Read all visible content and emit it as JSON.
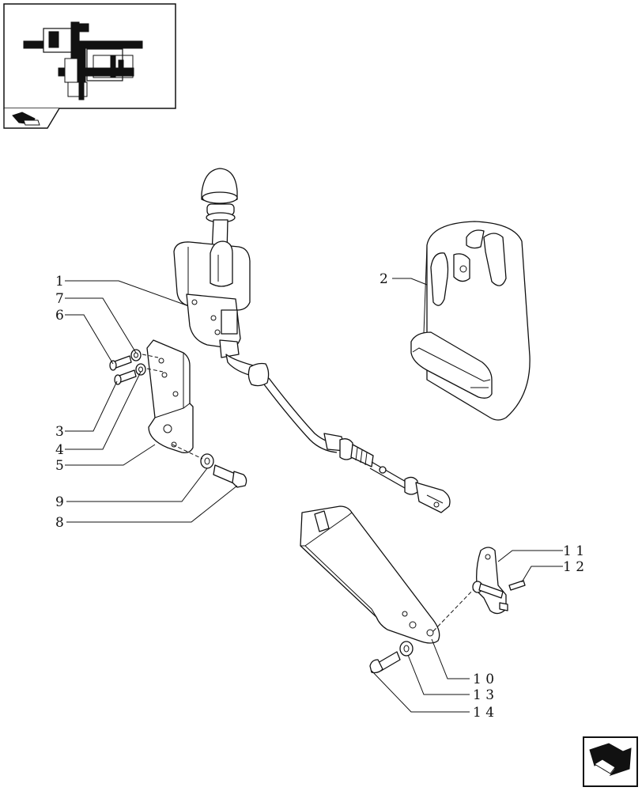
{
  "callouts": [
    {
      "id": "1",
      "text": "1"
    },
    {
      "id": "2",
      "text": "2"
    },
    {
      "id": "3",
      "text": "3"
    },
    {
      "id": "4",
      "text": "4"
    },
    {
      "id": "5",
      "text": "5"
    },
    {
      "id": "6",
      "text": "6"
    },
    {
      "id": "7",
      "text": "7"
    },
    {
      "id": "8",
      "text": "8"
    },
    {
      "id": "9",
      "text": "9"
    },
    {
      "id": "10",
      "text": "1 0"
    },
    {
      "id": "11",
      "text": "1 1"
    },
    {
      "id": "12",
      "text": "1 2"
    },
    {
      "id": "13",
      "text": "1 3"
    },
    {
      "id": "14",
      "text": "1 4"
    }
  ],
  "icons": {
    "thumbnail": "assembly-thumbnail-icon",
    "section_tab": "section-tab-icon",
    "nav_arrow": "next-page-arrow-icon"
  },
  "colors": {
    "line": "#111111",
    "background": "#ffffff"
  }
}
